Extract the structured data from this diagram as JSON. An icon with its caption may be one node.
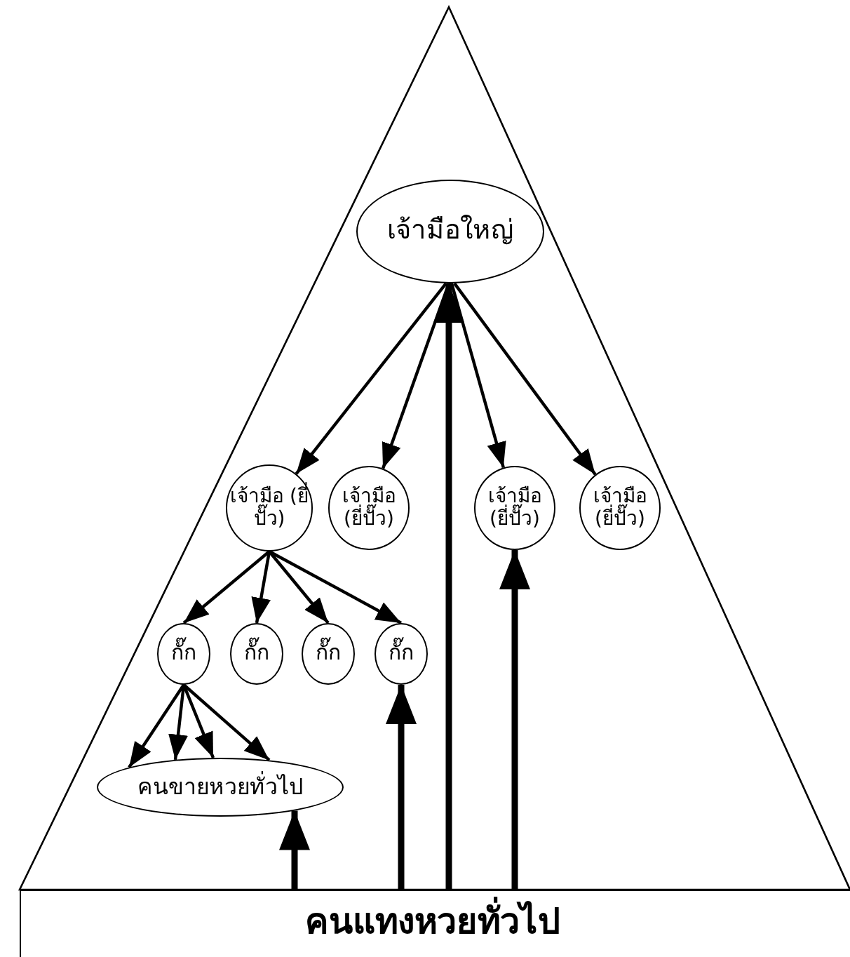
{
  "diagram": {
    "nodes": [
      {
        "text": [
          "เจ้ามือใหญ่"
        ]
      },
      {
        "text": [
          "เจ้ามือ (ยี่ปั๊ว)"
        ]
      },
      {
        "text": [
          "เจ้ามือ (ยี่ปั๊ว)"
        ]
      },
      {
        "text": [
          "เจ้ามือ (ยี่ปั๊ว)"
        ]
      },
      {
        "text": [
          "เจ้ามือ (ยี่ปั๊ว)"
        ]
      },
      {
        "text": [
          "กั๊ก"
        ]
      },
      {
        "text": [
          "กั๊ก"
        ]
      },
      {
        "text": [
          "กั๊ก"
        ]
      },
      {
        "text": [
          "กั๊ก"
        ]
      },
      {
        "text": [
          "คนขายหวยทั่วไป"
        ]
      },
      {
        "text": [
          "คนแทงหวยทั่วไป"
        ]
      }
    ],
    "edges": [
      {
        "from": 0,
        "to": 1,
        "arrow": "to"
      },
      {
        "from": 0,
        "to": 2,
        "arrow": "to"
      },
      {
        "from": 0,
        "to": 3,
        "arrow": "to"
      },
      {
        "from": 0,
        "to": 4,
        "arrow": "to"
      },
      {
        "from": 1,
        "to": 5,
        "arrow": "to"
      },
      {
        "from": 1,
        "to": 6,
        "arrow": "to"
      },
      {
        "from": 1,
        "to": 7,
        "arrow": "to"
      },
      {
        "from": 1,
        "to": 8,
        "arrow": "to"
      },
      {
        "from": 5,
        "to": 9,
        "arrow": "to"
      },
      {
        "from": 5,
        "to": 9,
        "arrow": "to"
      },
      {
        "from": 5,
        "to": 9,
        "arrow": "to"
      },
      {
        "from": 5,
        "to": 9,
        "arrow": "to"
      },
      {
        "from": 10,
        "to": 9,
        "arrow": "to",
        "style": "thick"
      },
      {
        "from": 10,
        "to": 8,
        "arrow": "to",
        "style": "thick"
      },
      {
        "from": 10,
        "to": 0,
        "arrow": "to",
        "style": "thick"
      },
      {
        "from": 10,
        "to": 3,
        "arrow": "to",
        "style": "thick"
      }
    ]
  }
}
